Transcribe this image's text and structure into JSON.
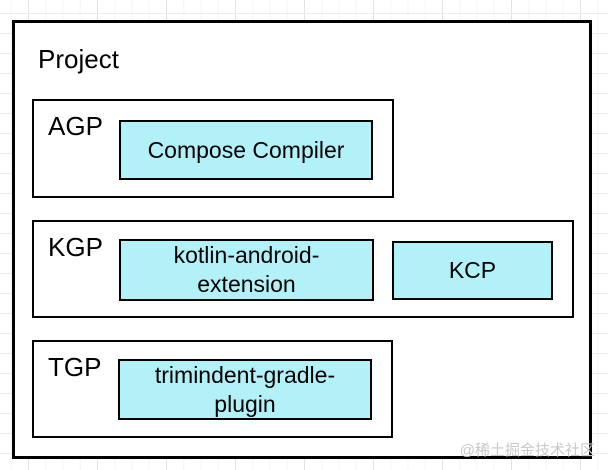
{
  "diagram": {
    "title": "Project",
    "groups": [
      {
        "label": "AGP",
        "children": [
          {
            "label": "Compose Compiler"
          }
        ]
      },
      {
        "label": "KGP",
        "children": [
          {
            "label": "kotlin-android-extension"
          },
          {
            "label": "KCP"
          }
        ]
      },
      {
        "label": "TGP",
        "children": [
          {
            "label": "trimindent-gradle-plugin"
          }
        ]
      }
    ]
  },
  "colors": {
    "node_fill": "#b3f1f8",
    "box_border": "#000000",
    "background": "#ffffff",
    "grid_line_major": "#e3e3e3",
    "grid_line_minor": "#f5f5f5",
    "watermark_text": "#c9c9c9"
  },
  "watermark": "@稀土掘金技术社区"
}
